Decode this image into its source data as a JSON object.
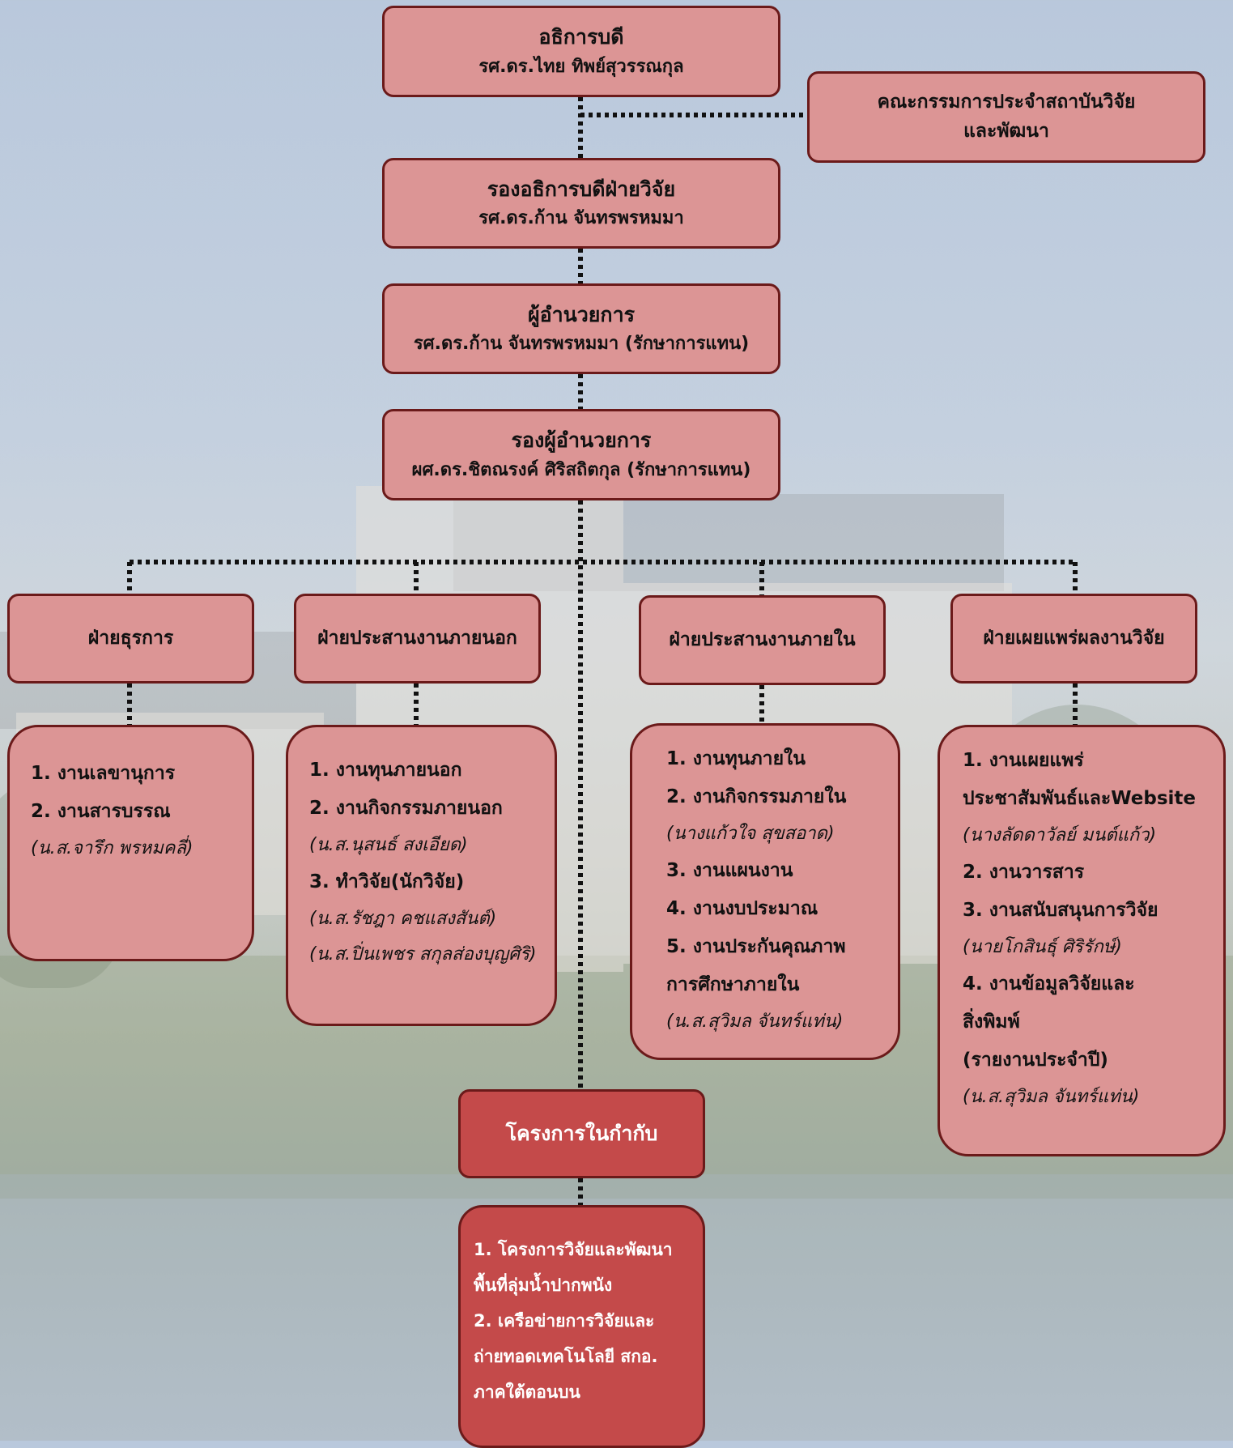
{
  "director": {
    "title": "อธิการบดี",
    "name": "รศ.ดร.ไทย ทิพย์สุวรรณกุล"
  },
  "committee": {
    "line1": "คณะกรรมการประจำสถาบันวิจัย",
    "line2": "และพัฒนา"
  },
  "vice_director": {
    "title": "รองอธิการบดีฝ่ายวิจัย",
    "name": "รศ.ดร.ก้าน จันทรพรหมมา"
  },
  "manager": {
    "title": "ผู้อำนวยการ",
    "name": "รศ.ดร.ก้าน จันทรพรหมมา (รักษาการแทน)"
  },
  "deputy_manager": {
    "title": "รองผู้อำนวยการ",
    "name": "ผศ.ดร.ชิตณรงค์ ศิริสถิตกุล (รักษาการแทน)"
  },
  "divisions": [
    {
      "title": "ฝ่ายธุรการ",
      "items": [
        {
          "text": "1. งานเลขานุการ",
          "note": false
        },
        {
          "text": "2. งานสารบรรณ",
          "note": false
        },
        {
          "text": "(น.ส.จารึก พรหมคลี่)",
          "note": true
        }
      ]
    },
    {
      "title": "ฝ่ายประสานงานภายนอก",
      "items": [
        {
          "text": "1. งานทุนภายนอก",
          "note": false
        },
        {
          "text": "2. งานกิจกรรมภายนอก",
          "note": false
        },
        {
          "text": "(น.ส.นุสนธ์ สงเอียด)",
          "note": true
        },
        {
          "text": "3. ทำวิจัย(นักวิจัย)",
          "note": false
        },
        {
          "text": "(น.ส.รัชฎา คชแสงสันต์)",
          "note": true
        },
        {
          "text": "(น.ส.ปิ่นเพชร สกุลส่องบุญศิริ)",
          "note": true
        }
      ]
    },
    {
      "title": "ฝ่ายประสานงานภายใน",
      "items": [
        {
          "text": "1. งานทุนภายใน",
          "note": false
        },
        {
          "text": "2. งานกิจกรรมภายใน",
          "note": false
        },
        {
          "text": "(นางแก้วใจ สุขสอาด)",
          "note": true
        },
        {
          "text": "3. งานแผนงาน",
          "note": false
        },
        {
          "text": "4. งานงบประมาณ",
          "note": false
        },
        {
          "text": "5. งานประกันคุณภาพ",
          "note": false
        },
        {
          "text": "การศึกษาภายใน",
          "note": false
        },
        {
          "text": "(น.ส.สุวิมล จันทร์แท่น)",
          "note": true
        }
      ]
    },
    {
      "title": "ฝ่ายเผยแพร่ผลงานวิจัย",
      "items": [
        {
          "text": "1. งานเผยแพร่",
          "note": false
        },
        {
          "text": "ประชาสัมพันธ์และWebsite",
          "note": false
        },
        {
          "text": "(นางลัดดาวัลย์ มนต์แก้ว)",
          "note": true
        },
        {
          "text": "2. งานวารสาร",
          "note": false
        },
        {
          "text": "3. งานสนับสนุนการวิจัย",
          "note": false
        },
        {
          "text": "(นายโกสินธุ์ ศิริรักษ์)",
          "note": true
        },
        {
          "text": "4. งานข้อมูลวิจัยและ",
          "note": false
        },
        {
          "text": "สิ่งพิมพ์",
          "note": false
        },
        {
          "text": "(รายงานประจำปี)",
          "note": false
        },
        {
          "text": "(น.ส.สุวิมล จันทร์แท่น)",
          "note": true
        }
      ]
    }
  ],
  "projects": {
    "title": "โครงการในกำกับ",
    "items": [
      "1. โครงการวิจัยและพัฒนา",
      "พื้นที่ลุ่มน้ำปากพนัง",
      "2. เครือข่ายการวิจัยและ",
      "ถ่ายทอดเทคโนโลยี สกอ.",
      "ภาคใต้ตอนบน"
    ]
  },
  "colors": {
    "box_fill": "#dc9595",
    "box_border": "#6b1a1a",
    "dark_fill": "#c44a4a",
    "connector": "#111111"
  }
}
